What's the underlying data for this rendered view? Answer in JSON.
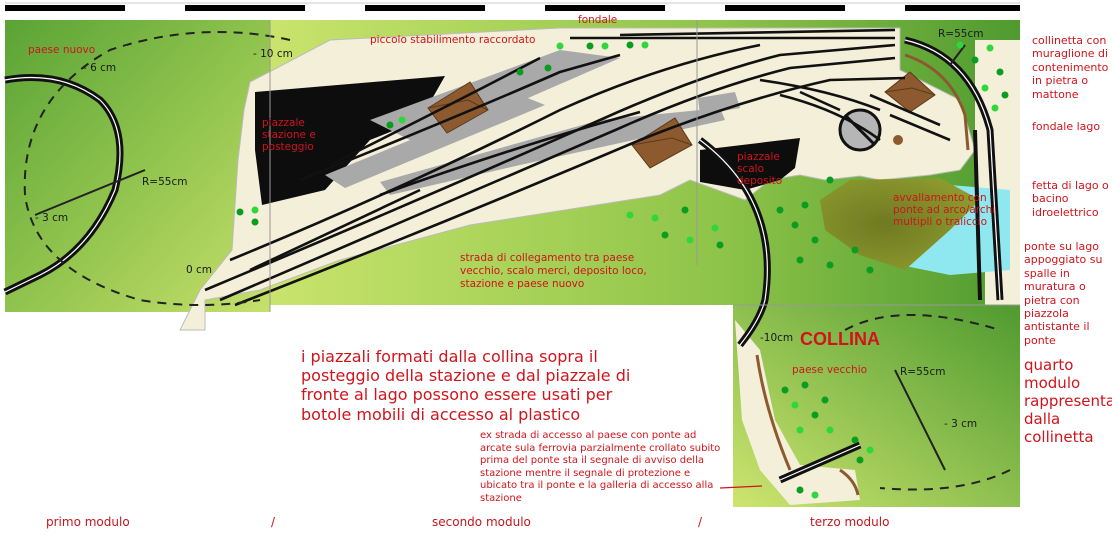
{
  "labels": {
    "paese_nuovo": "paese nuovo",
    "minus10_top": "- 10 cm",
    "minus6": "- 6 cm",
    "piccolo_stabilimento": "piccolo stabilimento raccordato",
    "fondale_top": "fondale",
    "r55_top": "R=55cm",
    "piazzale_stazione": "piazzale stazione e posteggio",
    "piazzale_scalo": "piazzale scalo deposito",
    "r55_left": "R=55cm",
    "minus3_left": "- 3 cm",
    "zero_cm": "0 cm",
    "avvallamento": "avvallamento con ponte ad arco/archi multipli o traliccio",
    "strada_collegamento": "strada di collegamento tra paese vecchio, scalo merci, deposito loco, stazione e paese nuovo",
    "piazzali_note": "i piazzali formati dalla collina sopra il posteggio della stazione e dal piazzale di fronte al lago possono essere usati per botole mobili di accesso al plastico",
    "minus10_collina": "-10cm",
    "collina": "COLLINA",
    "paese_vecchio": "paese vecchio",
    "r55_right": "R=55cm",
    "minus3_right": "- 3 cm",
    "ex_strada": "ex strada di accesso al paese con ponte ad arcate sula ferrovia parzialmente crollato subito prima del ponte sta il segnale di avviso della stazione mentre il segnale di protezione e ubicato tra il ponte e la galleria di accesso alla stazione"
  },
  "side_notes": {
    "collinetta": "collinetta con muraglione di contenimento in pietra o mattone",
    "fondale_lago": "fondale lago",
    "fetta": "fetta di lago o bacino idroelettrico",
    "ponte_lago": "ponte su lago appoggiato su spalle in muratura o pietra con piazzola antistante il ponte",
    "quarto": "quarto modulo rappresentato dalla collinetta"
  },
  "bottom": {
    "primo": "primo modulo",
    "slash1": "/",
    "secondo": "secondo modulo",
    "slash2": "/",
    "terzo": "terzo modulo"
  },
  "colors": {
    "label_red": "#d0141b",
    "grass_dark": "#4f9a30",
    "grass_light": "#c5e36a",
    "cream": "#f4efd9",
    "track": "#111111",
    "lake": "#8fe8f0",
    "building": "#8c5a2e"
  }
}
